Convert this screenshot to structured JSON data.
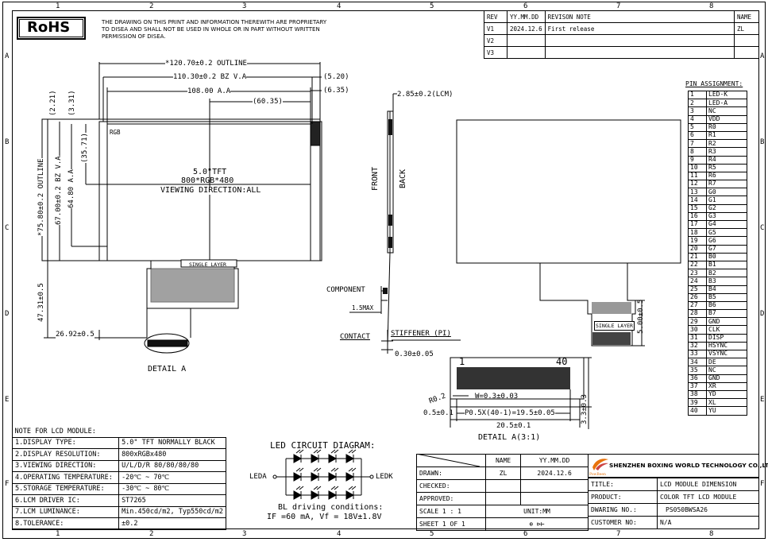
{
  "border": {
    "columns": [
      "1",
      "2",
      "3",
      "4",
      "5",
      "6",
      "7",
      "8"
    ],
    "rows": [
      "A",
      "B",
      "C",
      "D",
      "E",
      "F"
    ]
  },
  "rohs": {
    "logo": "RoHS",
    "notice": [
      "THE DRAWING ON THIS PRINT AND INFORMATION THEREWITH ARE PROPRIETARY",
      "TO DISEA AND SHALL NOT BE USED IN WHOLE OR IN PART WITHOUT WRITTEN",
      "PERMISSION OF DISEA."
    ]
  },
  "revision": {
    "headers": [
      "REV",
      "YY.MM.DD",
      "REVISON NOTE",
      "NAME"
    ],
    "rows": [
      {
        "rev": "V1",
        "date": "2024.12.6",
        "note": "First release",
        "name": "ZL"
      },
      {
        "rev": "V2",
        "date": "",
        "note": "",
        "name": ""
      },
      {
        "rev": "V3",
        "date": "",
        "note": "",
        "name": ""
      }
    ]
  },
  "front_view": {
    "dims": {
      "outline_w": "*120.70±0.2 OUTLINE",
      "bz_w": "110.30±0.2 BZ V.A",
      "aa_w": "108.00 A.A",
      "half_w": "(60.35)",
      "r1": "(5.20)",
      "r2": "(6.35)",
      "t1": "(2.21)",
      "t2": "(3.31)",
      "half_h": "(35.71)",
      "outline_h": "*75.80±0.2 OUTLINE",
      "bz_h": "67.00±0.2 BZ V.A",
      "aa_h": "64.80 A.A",
      "fpc_h": "47.31±0.5",
      "fpc_w": "26.92±0.5"
    },
    "rgb": "RGB",
    "label_lines": [
      "5.0\"TFT",
      "800*RGB*480",
      "VIEWING DIRECTION:ALL"
    ],
    "layer_tag": "SINGLE LAYER",
    "detail": "DETAIL A"
  },
  "side_view": {
    "lcm": "2.85±0.2(LCM)",
    "front": "FRONT",
    "back": "BACK",
    "component": "COMPONENT",
    "max": "1.5MAX",
    "contact": "CONTACT",
    "stiffener": "STIFFENER (PI)",
    "thick": "0.30±0.05"
  },
  "back_view": {
    "layer_tag": "SINGLE LAYER",
    "dim": "5.00±0.5"
  },
  "detail_a": {
    "pin_first": "1",
    "pin_last": "40",
    "r": "R0.2",
    "w": "W=0.3±0.03",
    "pitch": "0.5±0.1",
    "span": "P0.5X(40-1)=19.5±0.05",
    "width": "20.5±0.1",
    "h": "3.3±0.3",
    "title": "DETAIL A(3:1)"
  },
  "pins": {
    "title": "PIN ASSIGNMENT:",
    "items": [
      "LED-K",
      "LED-A",
      "NC",
      "VDD",
      "R0",
      "R1",
      "R2",
      "R3",
      "R4",
      "R5",
      "R6",
      "R7",
      "G0",
      "G1",
      "G2",
      "G3",
      "G4",
      "G5",
      "G6",
      "G7",
      "B0",
      "B1",
      "B2",
      "B3",
      "B4",
      "B5",
      "B6",
      "B7",
      "GND",
      "CLK",
      "DISP",
      "HSYNC",
      "VSYNC",
      "DE",
      "NC",
      "GND",
      "XR",
      "YD",
      "XL",
      "YU"
    ]
  },
  "notes": {
    "title": "NOTE FOR LCD MODULE:",
    "rows": [
      {
        "k": "1.DISPLAY TYPE:",
        "v": "5.0\" TFT NORMALLY BLACK"
      },
      {
        "k": "2.DISPLAY RESOLUTION:",
        "v": "800xRGBx480"
      },
      {
        "k": "3.VIEWING DIRECTION:",
        "v": "U/L/D/R 80/80/80/80"
      },
      {
        "k": "4.OPERATING TEMPERATURE:",
        "v": "-20℃ ~ 70℃"
      },
      {
        "k": "5.STORAGE TEMPERATURE:",
        "v": "-30℃ ~ 80℃"
      },
      {
        "k": "6.LCM DRIVER IC:",
        "v": "ST7265"
      },
      {
        "k": "7.LCM LUMINANCE:",
        "v": "Min.450cd/m2, Typ550cd/m2"
      },
      {
        "k": "8.TOLERANCE:",
        "v": "±0.2"
      }
    ]
  },
  "led": {
    "title": "LED CIRCUIT DIAGRAM:",
    "left": "LEDA",
    "right": "LEDK",
    "cond1": "BL driving conditions:",
    "cond2": "IF =60 mA, Vf = 18V±1.8V"
  },
  "title_block": {
    "col_name": "NAME",
    "col_date": "YY.MM.DD",
    "drawn": "DRAWN:",
    "drawn_name": "ZL",
    "drawn_date": "2024.12.6",
    "checked": "CHECKED:",
    "approved": "APPROVED:",
    "scale": "SCALE 1 : 1",
    "unit": "UNIT:MM",
    "sheet": "SHEET 1 OF 1",
    "company": "SHENZHEN BOXING WORLD TECHNOLOGY CO.,LTD",
    "logo_sub": "PowBeen",
    "title_k": "TITLE:",
    "title_v": "LCD MODULE DIMENSION",
    "product_k": "PRODUCT:",
    "product_v": "COLOR TFT LCD MODULE",
    "dwg_k": "DWARING NO.:",
    "dwg_v": "PS050BWSA26",
    "cust_k": "CUSTOMER NO:",
    "cust_v": "N/A",
    "accent": "#e8730c"
  }
}
